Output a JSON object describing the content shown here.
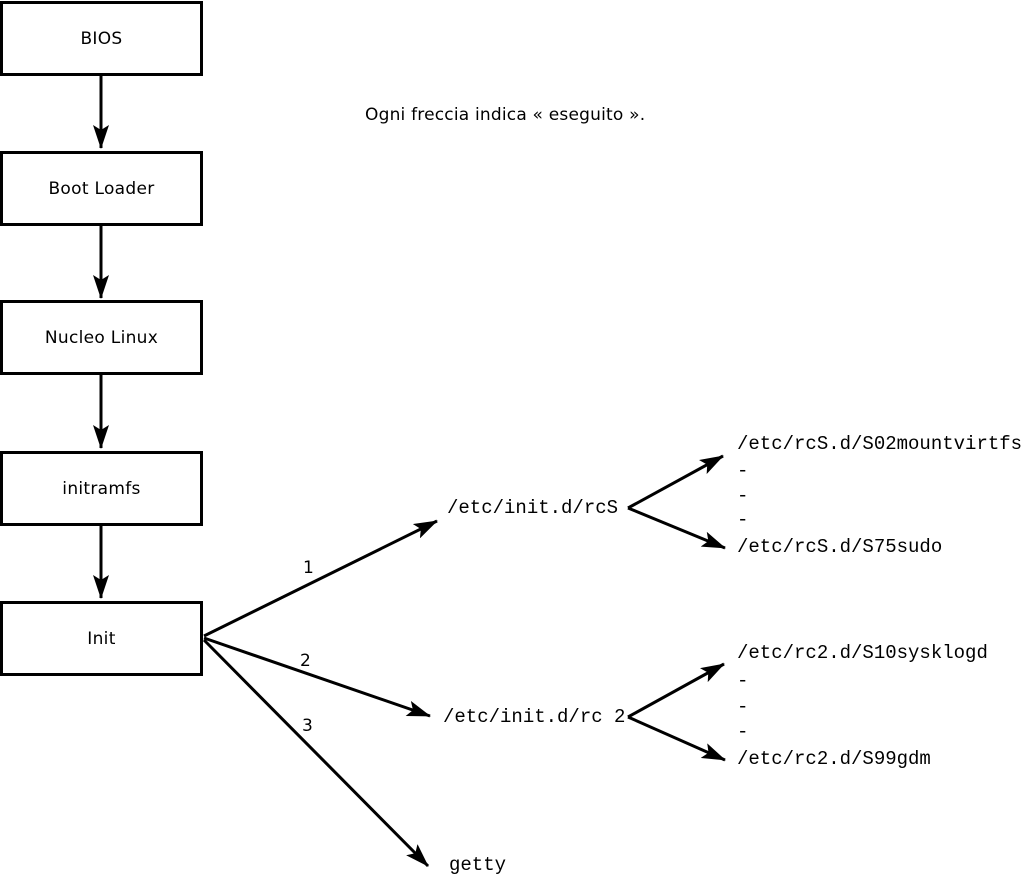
{
  "caption": "Ogni freccia indica « eseguito ».",
  "flow_boxes": [
    {
      "label": "BIOS"
    },
    {
      "label": "Boot Loader"
    },
    {
      "label": "Nucleo Linux"
    },
    {
      "label": "initramfs"
    },
    {
      "label": "Init"
    }
  ],
  "branches": {
    "labels": [
      "1",
      "2",
      "3"
    ],
    "rcs": {
      "label": "/etc/init.d/rcS",
      "children": [
        "/etc/rcS.d/S02mountvirtfs",
        "-",
        "-",
        "-",
        "/etc/rcS.d/S75sudo"
      ]
    },
    "rc2": {
      "label": "/etc/init.d/rc 2",
      "children": [
        "/etc/rc2.d/S10sysklogd",
        "-",
        "-",
        "-",
        "/etc/rc2.d/S99gdm"
      ]
    },
    "getty": {
      "label": "getty"
    }
  },
  "colors": {
    "line": "#000000",
    "background": "#ffffff"
  }
}
